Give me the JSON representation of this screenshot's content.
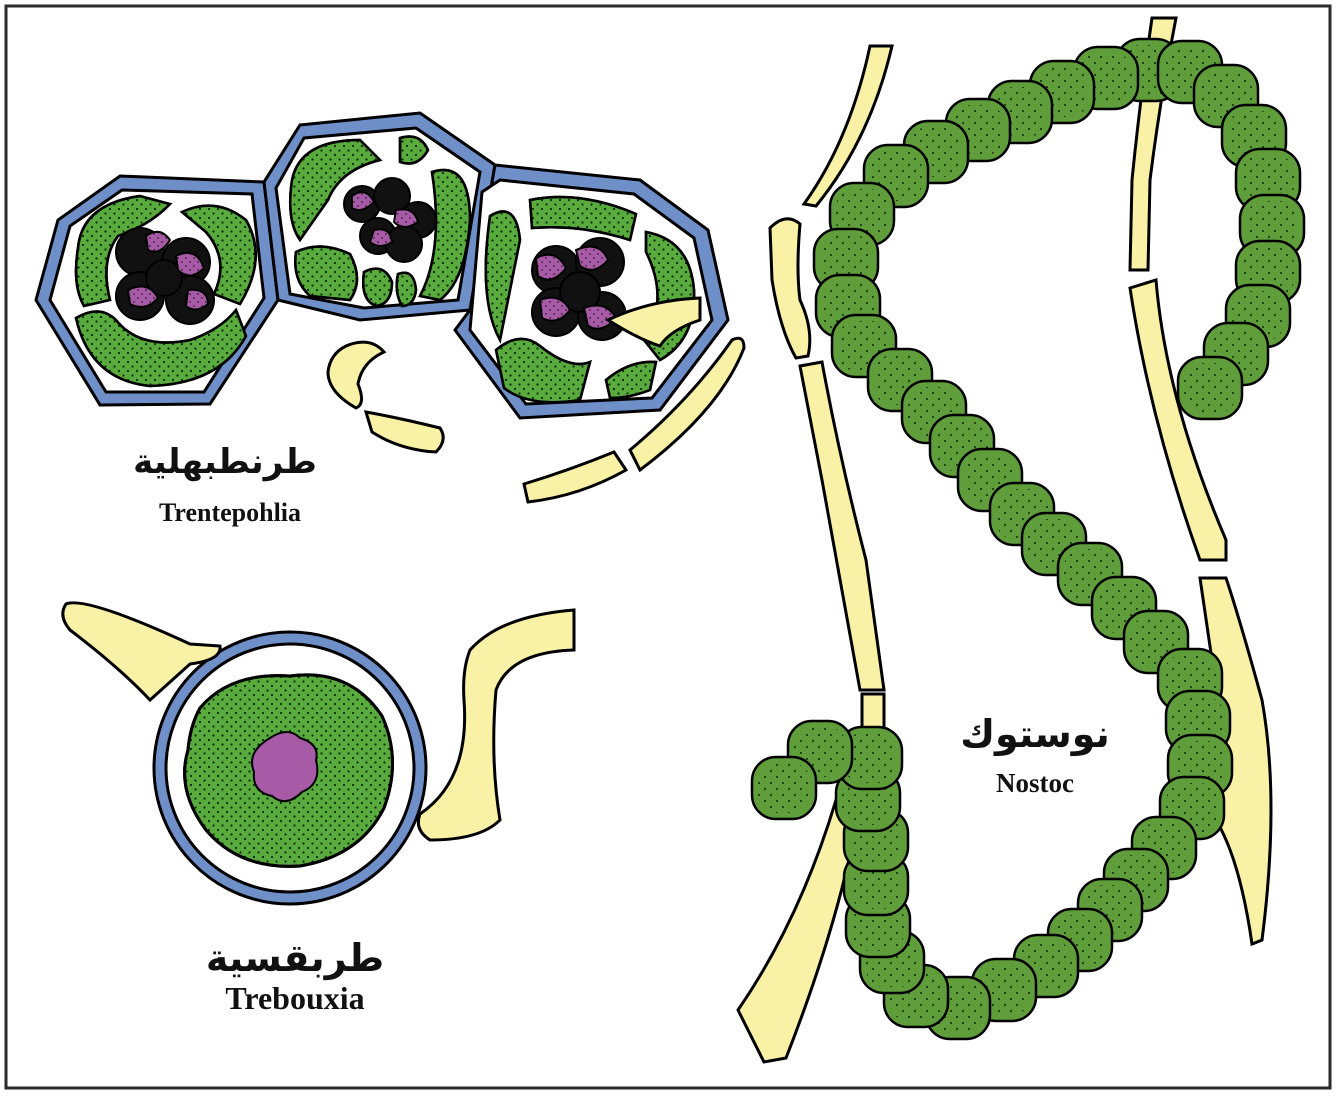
{
  "labels": {
    "trentepohlia": {
      "arabic": "طرنطبهلية",
      "latin": "Trentepohlia"
    },
    "trebouxia": {
      "arabic": "طربقسية",
      "latin": "Trebouxia"
    },
    "nostoc": {
      "arabic": "نوستوك",
      "latin": "Nostoc"
    }
  },
  "colors": {
    "cell_wall_blue": "#6f8fc9",
    "chloroplast_green": "#58ab3c",
    "nostoc_green": "#5f9e3a",
    "fungal_hypha_yellow": "#f8f1a6",
    "nucleus_purple": "#a75ba6",
    "outline_black": "#000000",
    "frame_border": "#2b2b2b"
  }
}
